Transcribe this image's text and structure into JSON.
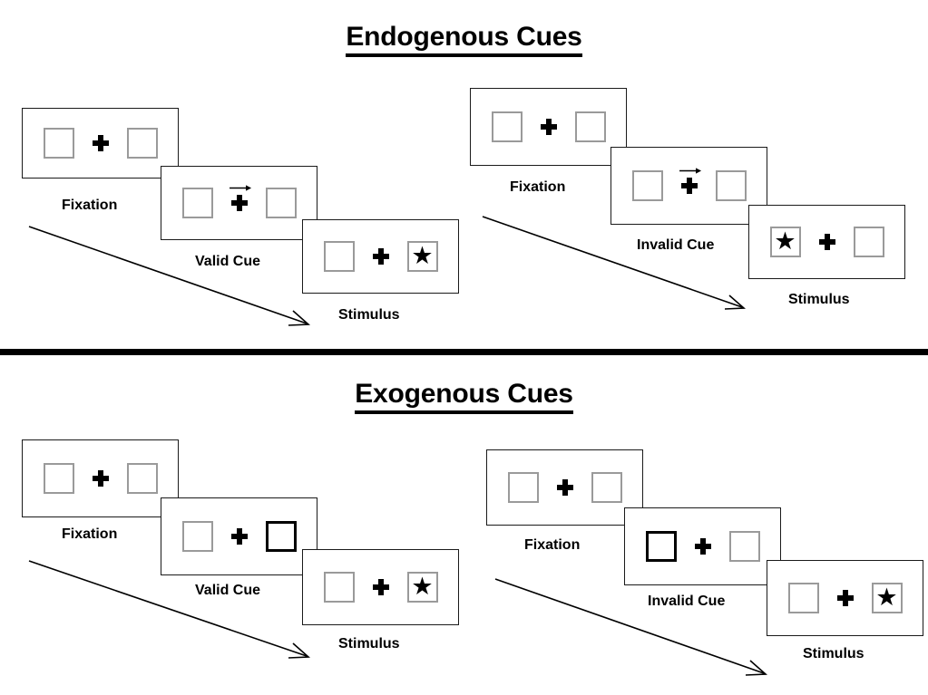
{
  "sections": [
    {
      "title": "Endogenous Cues",
      "cue_type": "endogenous",
      "sequences": [
        {
          "name": "valid",
          "frames": [
            {
              "stage_label": "Fixation",
              "left_box": "empty",
              "right_box": "empty",
              "cue": "none"
            },
            {
              "stage_label": "Valid Cue",
              "left_box": "empty",
              "right_box": "empty",
              "cue": "arrow-right"
            },
            {
              "stage_label": "Stimulus",
              "left_box": "empty",
              "right_box": "star",
              "cue": "none"
            }
          ]
        },
        {
          "name": "invalid",
          "frames": [
            {
              "stage_label": "Fixation",
              "left_box": "empty",
              "right_box": "empty",
              "cue": "none"
            },
            {
              "stage_label": "Invalid Cue",
              "left_box": "empty",
              "right_box": "empty",
              "cue": "arrow-right"
            },
            {
              "stage_label": "Stimulus",
              "left_box": "star",
              "right_box": "empty",
              "cue": "none"
            }
          ]
        }
      ]
    },
    {
      "title": "Exogenous Cues",
      "cue_type": "exogenous",
      "sequences": [
        {
          "name": "valid",
          "frames": [
            {
              "stage_label": "Fixation",
              "left_box": "empty",
              "right_box": "empty",
              "cue": "none"
            },
            {
              "stage_label": "Valid Cue",
              "left_box": "empty",
              "right_box": "highlight",
              "cue": "none"
            },
            {
              "stage_label": "Stimulus",
              "left_box": "empty",
              "right_box": "star",
              "cue": "none"
            }
          ]
        },
        {
          "name": "invalid",
          "frames": [
            {
              "stage_label": "Fixation",
              "left_box": "empty",
              "right_box": "empty",
              "cue": "none"
            },
            {
              "stage_label": "Invalid Cue",
              "left_box": "highlight",
              "right_box": "empty",
              "cue": "none"
            },
            {
              "stage_label": "Stimulus",
              "left_box": "empty",
              "right_box": "star",
              "cue": "none"
            }
          ]
        }
      ]
    }
  ],
  "glyphs": {
    "star": "★",
    "fixation_cross": "plus-cross",
    "cue_arrow": "arrow-right-icon",
    "flow_arrow": "diagonal-arrow-icon"
  },
  "colors": {
    "ink": "#000000",
    "box_border": "#9a9a9a",
    "frame_border": "#1a1a1a",
    "cued_border": "#000000",
    "background": "#ffffff"
  }
}
